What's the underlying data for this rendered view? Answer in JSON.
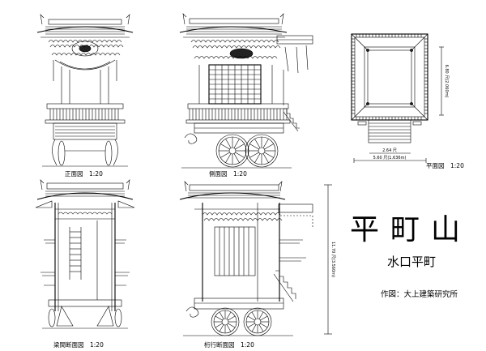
{
  "sheet": {
    "title": "平町山",
    "subtitle": "水口平町",
    "credit": "作図：大上建築研究所"
  },
  "views": {
    "front": "正面図　1:20",
    "side": "側面図　1:20",
    "plan": "平面図　1:20",
    "beam_section": "梁間断面図　1:20",
    "girder_section": "桁行断面図　1:20"
  },
  "dimensions": {
    "plan_depth": "6.80 尺(2.060m)",
    "plan_inner_width": "2.64 尺",
    "plan_width": "5.60 尺(1.636m)",
    "height": "11.70 尺(3.560m)"
  }
}
